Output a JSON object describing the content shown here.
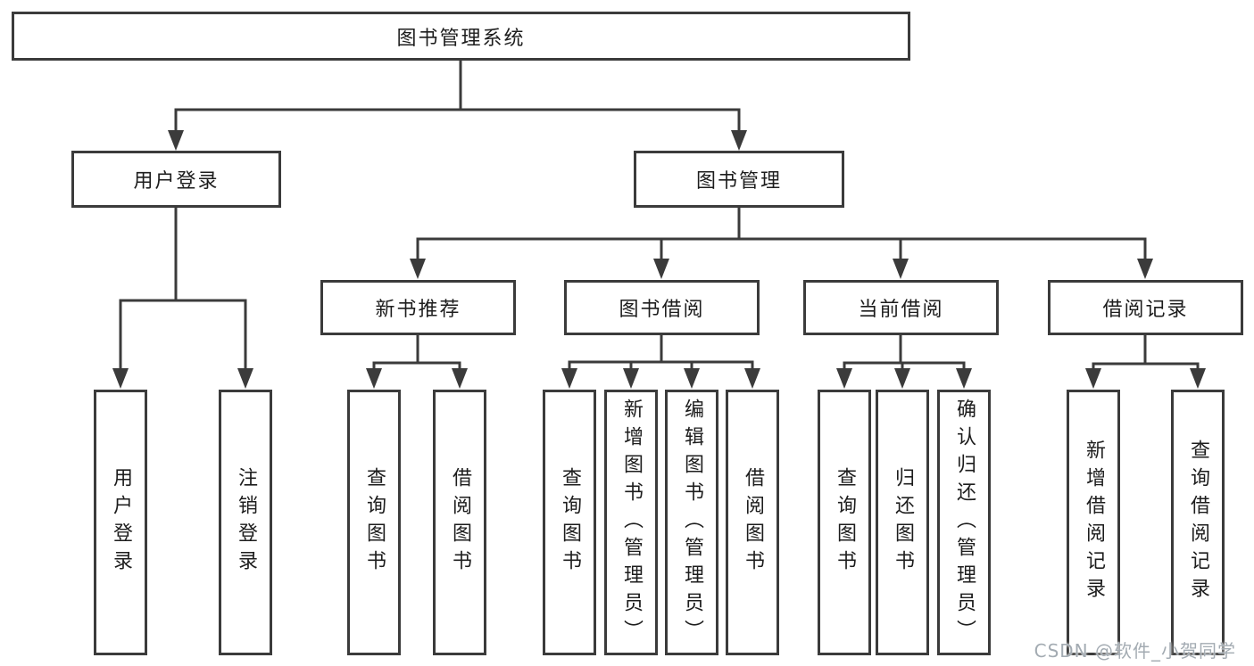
{
  "tree": {
    "label": "图书管理系统",
    "children": [
      {
        "label": "用户登录",
        "children": [
          {
            "label": "用户登录"
          },
          {
            "label": "注销登录"
          }
        ]
      },
      {
        "label": "图书管理",
        "children": [
          {
            "label": "新书推荐",
            "children": [
              {
                "label": "查询图书"
              },
              {
                "label": "借阅图书"
              }
            ]
          },
          {
            "label": "图书借阅",
            "children": [
              {
                "label": "查询图书"
              },
              {
                "label": "新增图书（管理员）"
              },
              {
                "label": "编辑图书（管理员）"
              },
              {
                "label": "借阅图书"
              }
            ]
          },
          {
            "label": "当前借阅",
            "children": [
              {
                "label": "查询图书"
              },
              {
                "label": "归还图书"
              },
              {
                "label": "确认归还（管理员）"
              }
            ]
          },
          {
            "label": "借阅记录",
            "children": [
              {
                "label": "新增借阅记录"
              },
              {
                "label": "查询借阅记录"
              }
            ]
          }
        ]
      }
    ]
  },
  "watermark": {
    "text": "CSDN @软件_小贺同学"
  },
  "colors": {
    "line": "#3b3b3b",
    "text": "#1d1d1d",
    "background": "#ffffff",
    "watermark": "#a3abb2"
  }
}
